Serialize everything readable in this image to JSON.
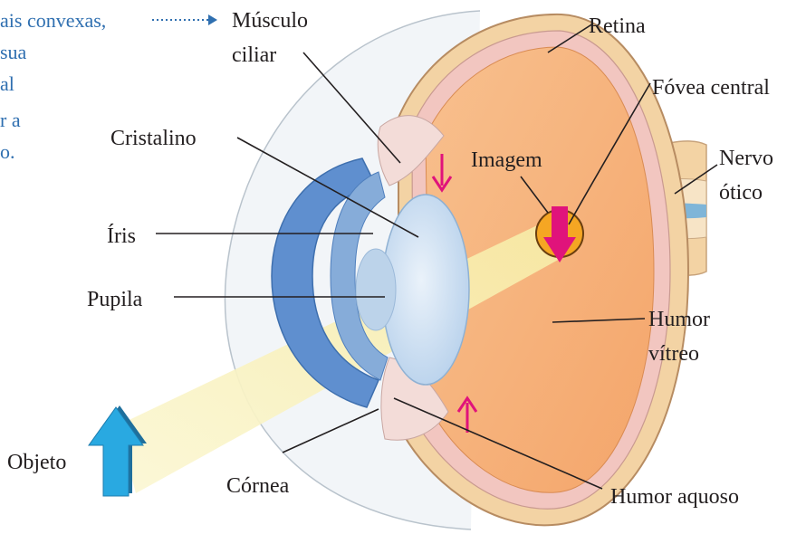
{
  "side_text": {
    "line1": "ais convexas,",
    "line2": "sua",
    "line3": "al",
    "line4": "r a",
    "line5": "o."
  },
  "labels": {
    "musculo_1": "Músculo",
    "musculo_2": "ciliar",
    "retina": "Retina",
    "fovea": "Fóvea central",
    "cristalino": "Cristalino",
    "imagem": "Imagem",
    "nervo_1": "Nervo",
    "nervo_2": "ótico",
    "iris": "Íris",
    "pupila": "Pupila",
    "humor_vitreo_1": "Humor",
    "humor_vitreo_2": "vítreo",
    "objeto": "Objeto",
    "cornea": "Córnea",
    "humor_aquoso": "Humor aquoso"
  },
  "colors": {
    "side_text": "#2f6fb0",
    "vitreous": "#f6b07a",
    "sclera": "#f3d3a4",
    "retina_layer": "#f2c6c0",
    "lens": "#cfe1f2",
    "iris": "#5f8fcf",
    "cornea_outer": "#e9eef3",
    "light_beam": "#faf3c0",
    "object_arrow": "#29a9e1",
    "image_arrow": "#e0137b",
    "fovea_disc": "#f5a623",
    "leader": "#231f20"
  },
  "icons": {
    "object": "up-arrow-icon",
    "image": "down-arrow-icon",
    "muscle_top": "down-arrow-icon",
    "muscle_bottom": "up-arrow-icon",
    "side_pointer": "dotted-arrow-icon"
  }
}
